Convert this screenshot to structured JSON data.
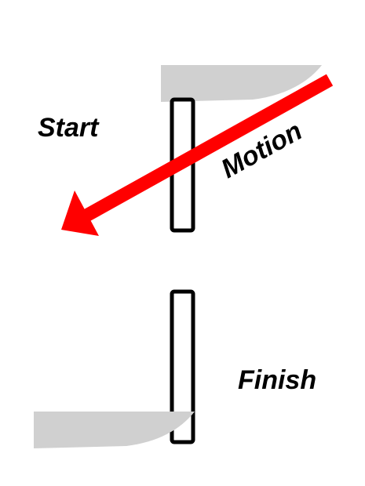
{
  "labels": {
    "start": "Start",
    "motion": "Motion",
    "finish": "Finish"
  },
  "colors": {
    "arrow": "#ff0000",
    "blade": "#d0d0d0",
    "outline": "#000000",
    "background": "#ffffff"
  }
}
